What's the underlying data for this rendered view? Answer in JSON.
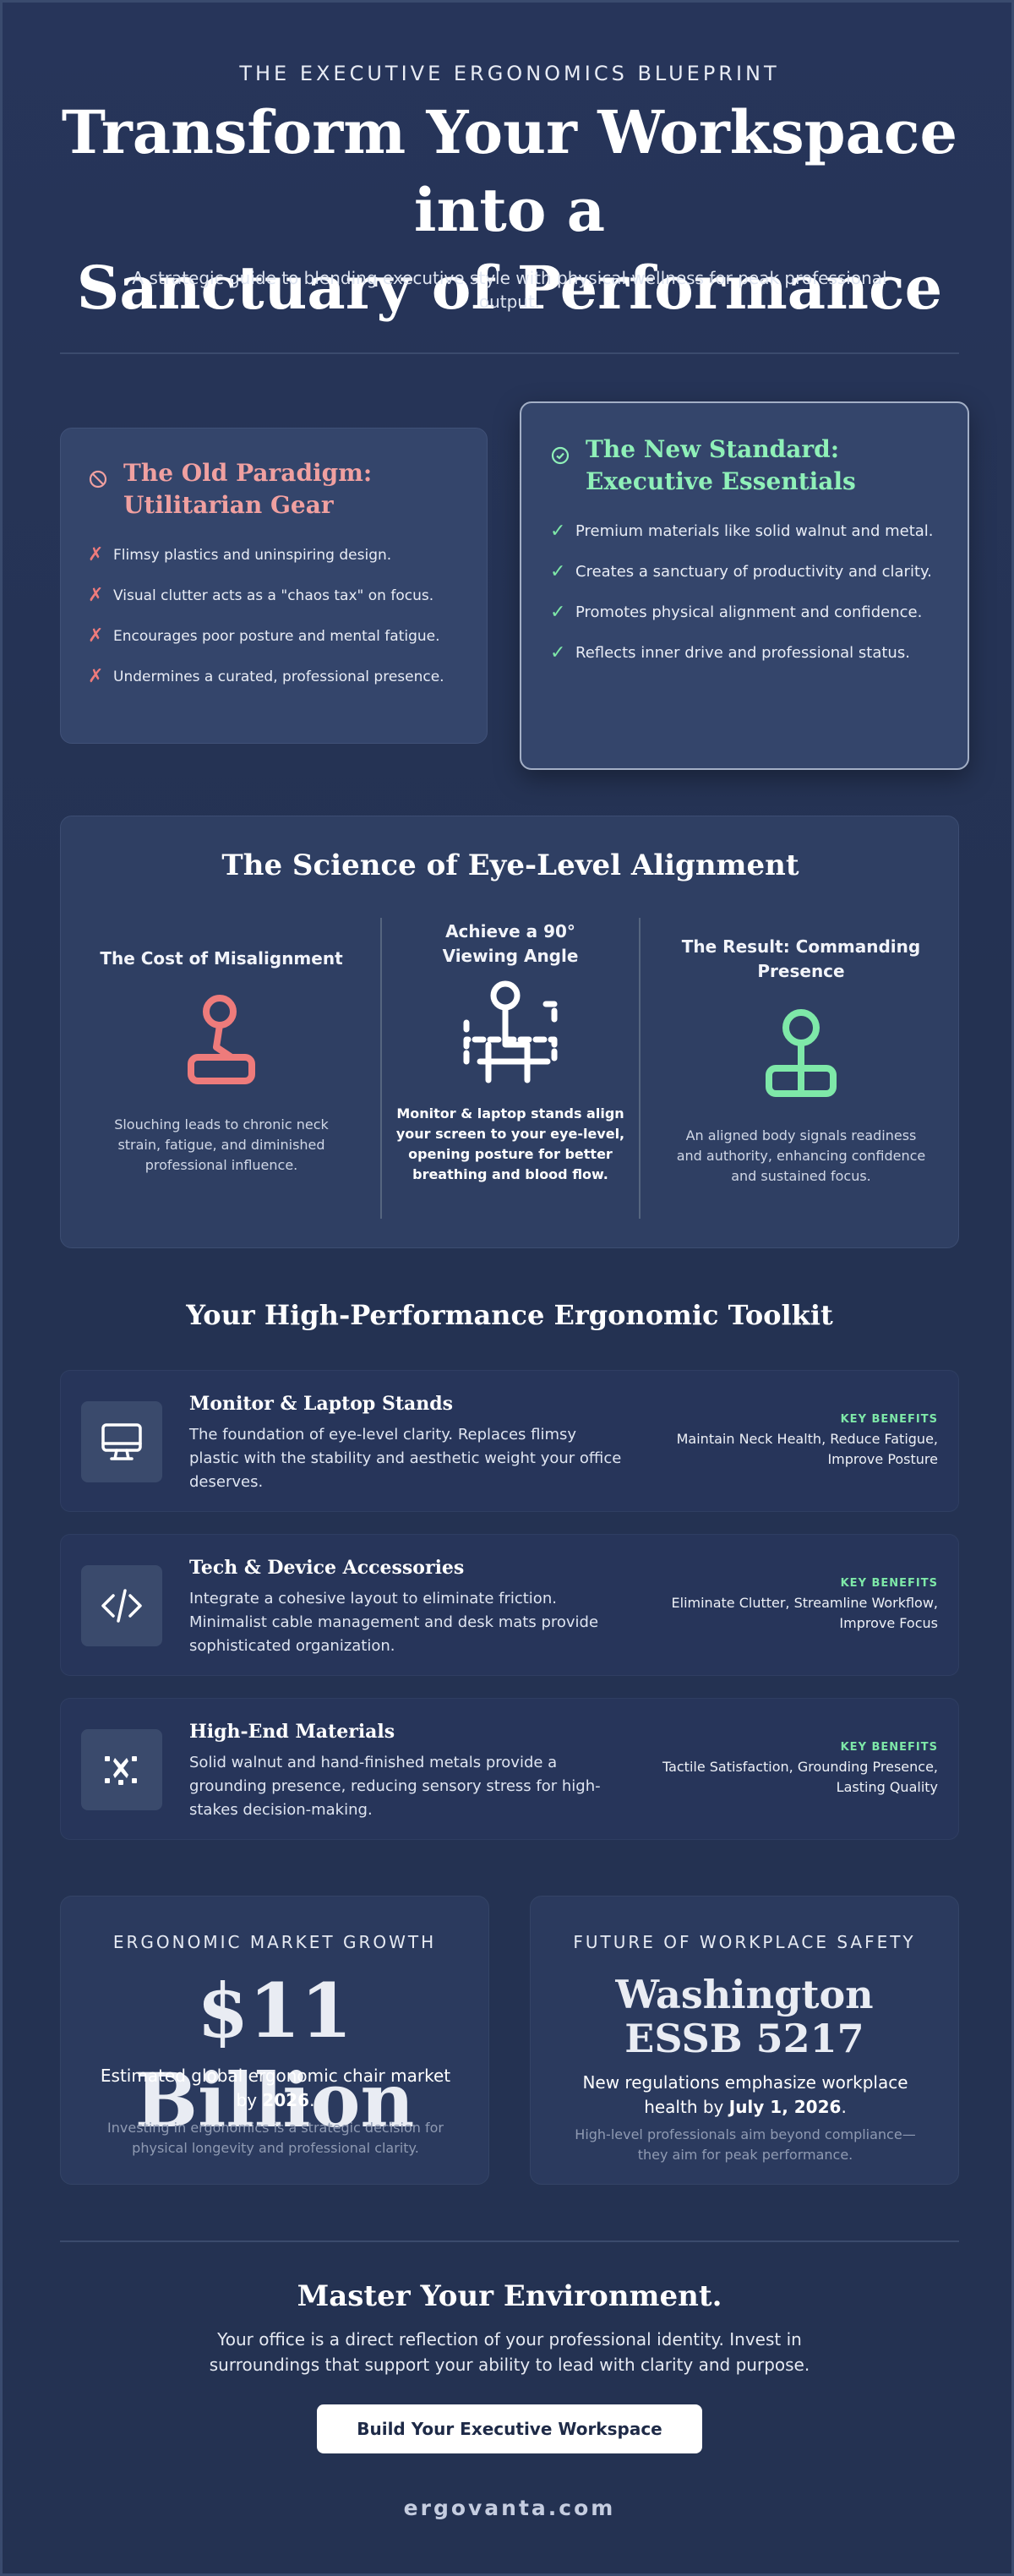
{
  "hero": {
    "eyebrow": "THE EXECUTIVE ERGONOMICS BLUEPRINT",
    "title_line1": "Transform Your Workspace into a",
    "title_line2": "Sanctuary of Performance",
    "subtitle": "A strategic guide to blending executive style with physical wellness for peak professional output."
  },
  "comparison": {
    "old": {
      "icon": "ban-icon",
      "title": "The Old Paradigm: Utilitarian Gear",
      "color": "#f0a0a0",
      "items": [
        "Flimsy plastics and uninspiring design.",
        "Visual clutter acts as a \"chaos tax\" on focus.",
        "Encourages poor posture and mental fatigue.",
        "Undermines a curated, professional presence."
      ]
    },
    "new": {
      "icon": "check-circle-icon",
      "title": "The New Standard: Executive Essentials",
      "color": "#8ff0b8",
      "items": [
        "Premium materials like solid walnut and metal.",
        "Creates a sanctuary of productivity and clarity.",
        "Promotes physical alignment and confidence.",
        "Reflects inner drive and professional status."
      ]
    }
  },
  "science": {
    "title": "The Science of Eye-Level Alignment",
    "left": {
      "heading": "The Cost of Misalignment",
      "icon": "slouched-person-icon",
      "text": "Slouching leads to chronic neck strain, fatigue, and diminished professional influence."
    },
    "middle": {
      "heading": "Achieve a 90° Viewing Angle",
      "icon": "person-at-desk-icon",
      "text": "Monitor & laptop stands align your screen to your eye-level, opening posture for better breathing and blood flow."
    },
    "right": {
      "heading": "The Result: Commanding Presence",
      "icon": "upright-person-icon",
      "text": "An aligned body signals readiness and authority, enhancing confidence and sustained focus."
    }
  },
  "toolkit": {
    "title": "Your High-Performance Ergonomic Toolkit",
    "benefits_label": "KEY BENEFITS",
    "items": [
      {
        "icon": "monitor-icon",
        "name": "Monitor & Laptop Stands",
        "desc": "The foundation of eye-level clarity. Replaces flimsy plastic with the stability and aesthetic weight your office deserves.",
        "benefits": "Maintain Neck Health, Reduce Fatigue, Improve Posture"
      },
      {
        "icon": "code-icon",
        "name": "Tech & Device Accessories",
        "desc": "Integrate a cohesive layout to eliminate friction. Minimalist cable management and desk mats provide sophisticated organization.",
        "benefits": "Eliminate Clutter, Streamline Workflow, Improve Focus"
      },
      {
        "icon": "texture-icon",
        "name": "High-End Materials",
        "desc": "Solid walnut and hand-finished metals provide a grounding presence, reducing sensory stress for high-stakes decision-making.",
        "benefits": "Tactile Satisfaction, Grounding Presence, Lasting Quality"
      }
    ]
  },
  "stats": {
    "market": {
      "eyebrow": "ERGONOMIC MARKET GROWTH",
      "big": "$11 Billion",
      "desc_pre": "Estimated global ergonomic chair market by ",
      "desc_strong": "2026",
      "desc_post": ".",
      "note": "Investing in ergonomics is a strategic decision for physical longevity and professional clarity."
    },
    "safety": {
      "eyebrow": "FUTURE OF WORKPLACE SAFETY",
      "big": "Washington ESSB 5217",
      "desc_pre": "New regulations emphasize workplace health by ",
      "desc_strong": "July 1, 2026",
      "desc_post": ".",
      "note": "High-level professionals aim beyond compliance—they aim for peak performance."
    }
  },
  "cta": {
    "title": "Master Your Environment.",
    "text": "Your office is a direct reflection of your professional identity. Invest in surroundings that support your ability to lead with clarity and purpose.",
    "button": "Build Your Executive Workspace",
    "brand": "ergovanta.com"
  },
  "colors": {
    "background": "#243252",
    "card": "#34456b",
    "accent_green": "#7ee8a8",
    "accent_red": "#ee7b7b"
  }
}
